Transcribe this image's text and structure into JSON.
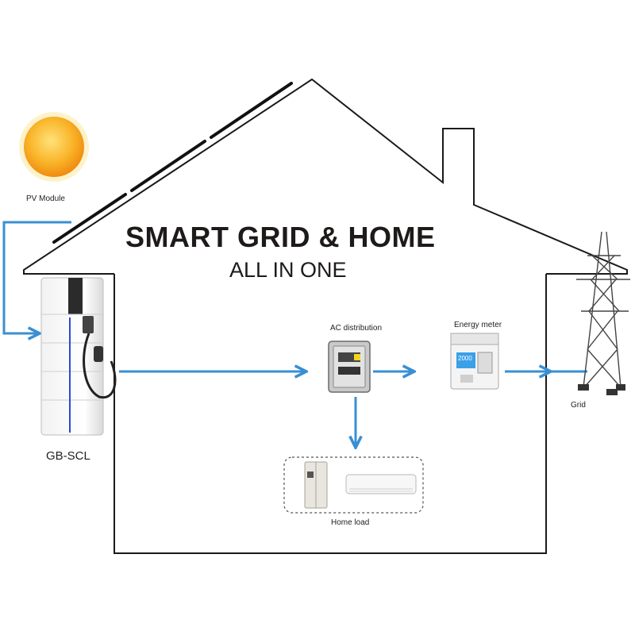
{
  "title": "SMART GRID &  HOME",
  "subtitle": "ALL IN ONE",
  "labels": {
    "pv_module": "PV Module",
    "gb_scl": "GB-SCL",
    "ac_distribution": "AC distribution",
    "energy_meter": "Energy meter",
    "grid": "Grid",
    "home_load": "Home load"
  },
  "meter_display": "2000",
  "colors": {
    "line": "#3a8fd2",
    "house": "#1a1a1a",
    "sun": "#f7a81b"
  },
  "icons": [
    "sun-icon",
    "solar-panel-icon",
    "battery-cabinet-icon",
    "charger-cable-icon",
    "distribution-box-icon",
    "energy-meter-icon",
    "transmission-tower-icon",
    "refrigerator-icon",
    "air-conditioner-icon"
  ]
}
